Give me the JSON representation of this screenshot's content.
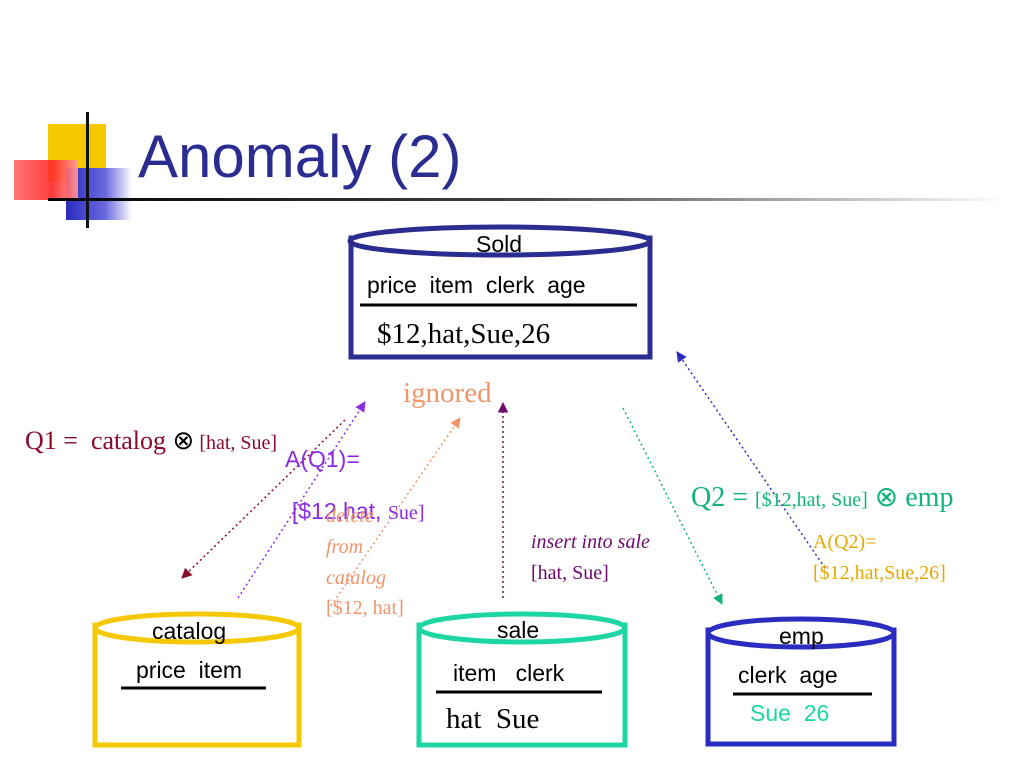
{
  "slide": {
    "title": "Anomaly (2)"
  },
  "colors": {
    "title": "#2b2c8f",
    "sold_table": "#2b2c8f",
    "catalog_table": "#f5c800",
    "sale_table": "#1ed6a4",
    "emp_table": "#2b2cc0",
    "q1": "#8b0a2a",
    "a_q1": "#8a2be2",
    "ignored": "#f0956a",
    "insert": "#6b0a6b",
    "q2": "#10b478",
    "a_q2": "#e6a800"
  },
  "tables": {
    "sold": {
      "name": "Sold",
      "columns": "price  item  clerk  age",
      "row": "$12,hat,Sue,26"
    },
    "catalog": {
      "name": "catalog",
      "columns": "price  item"
    },
    "sale": {
      "name": "sale",
      "columns": "item   clerk",
      "row": "hat  Sue"
    },
    "emp": {
      "name": "emp",
      "columns": "clerk  age",
      "row": "Sue  26"
    }
  },
  "labels": {
    "q1_main": "Q1 =  catalog ",
    "q1_otimes": "⊗",
    "q1_small": " [hat, Sue]",
    "ignored": "ignored",
    "a_q1_line1": "A(Q1)=",
    "a_q1_line2a": "[$12,hat, ",
    "a_q1_line2b": "Sue]",
    "delete_1": "delete",
    "delete_2": "from",
    "delete_3": "catalog",
    "delete_4": "[$12, hat]",
    "insert_1": "insert into sale",
    "insert_2": "[hat, Sue]",
    "q2_main": "Q2 = ",
    "q2_small": "[$12,hat, Sue]",
    "q2_end": " ⊗ emp",
    "a_q2_line1": "A(Q2)=",
    "a_q2_line2": "[$12,hat,Sue,26]"
  }
}
